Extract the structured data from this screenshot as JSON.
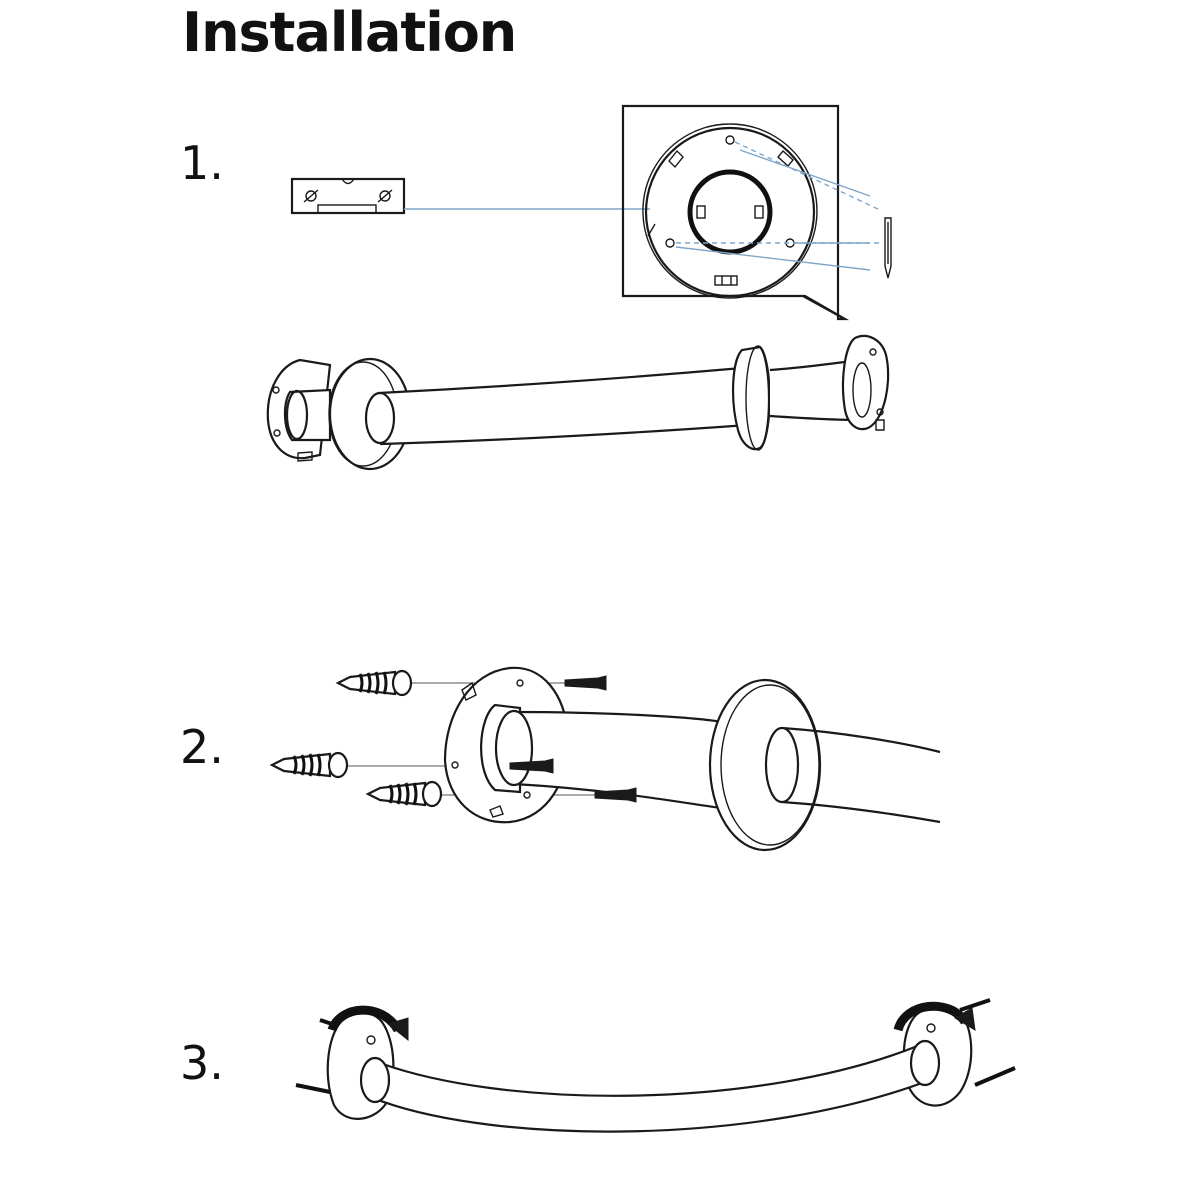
{
  "title": "Installation",
  "steps": [
    {
      "number": "1."
    },
    {
      "number": "2."
    },
    {
      "number": "3."
    }
  ],
  "colors": {
    "line": "#1a1a1a",
    "guide_blue": "#7fa6c8",
    "background": "#ffffff"
  },
  "icons": [
    "spirit-level-icon",
    "mounting-plate-icon",
    "pencil-icon",
    "grab-bar-icon",
    "wall-anchor-icon",
    "screw-icon",
    "rotate-arrow-icon"
  ]
}
